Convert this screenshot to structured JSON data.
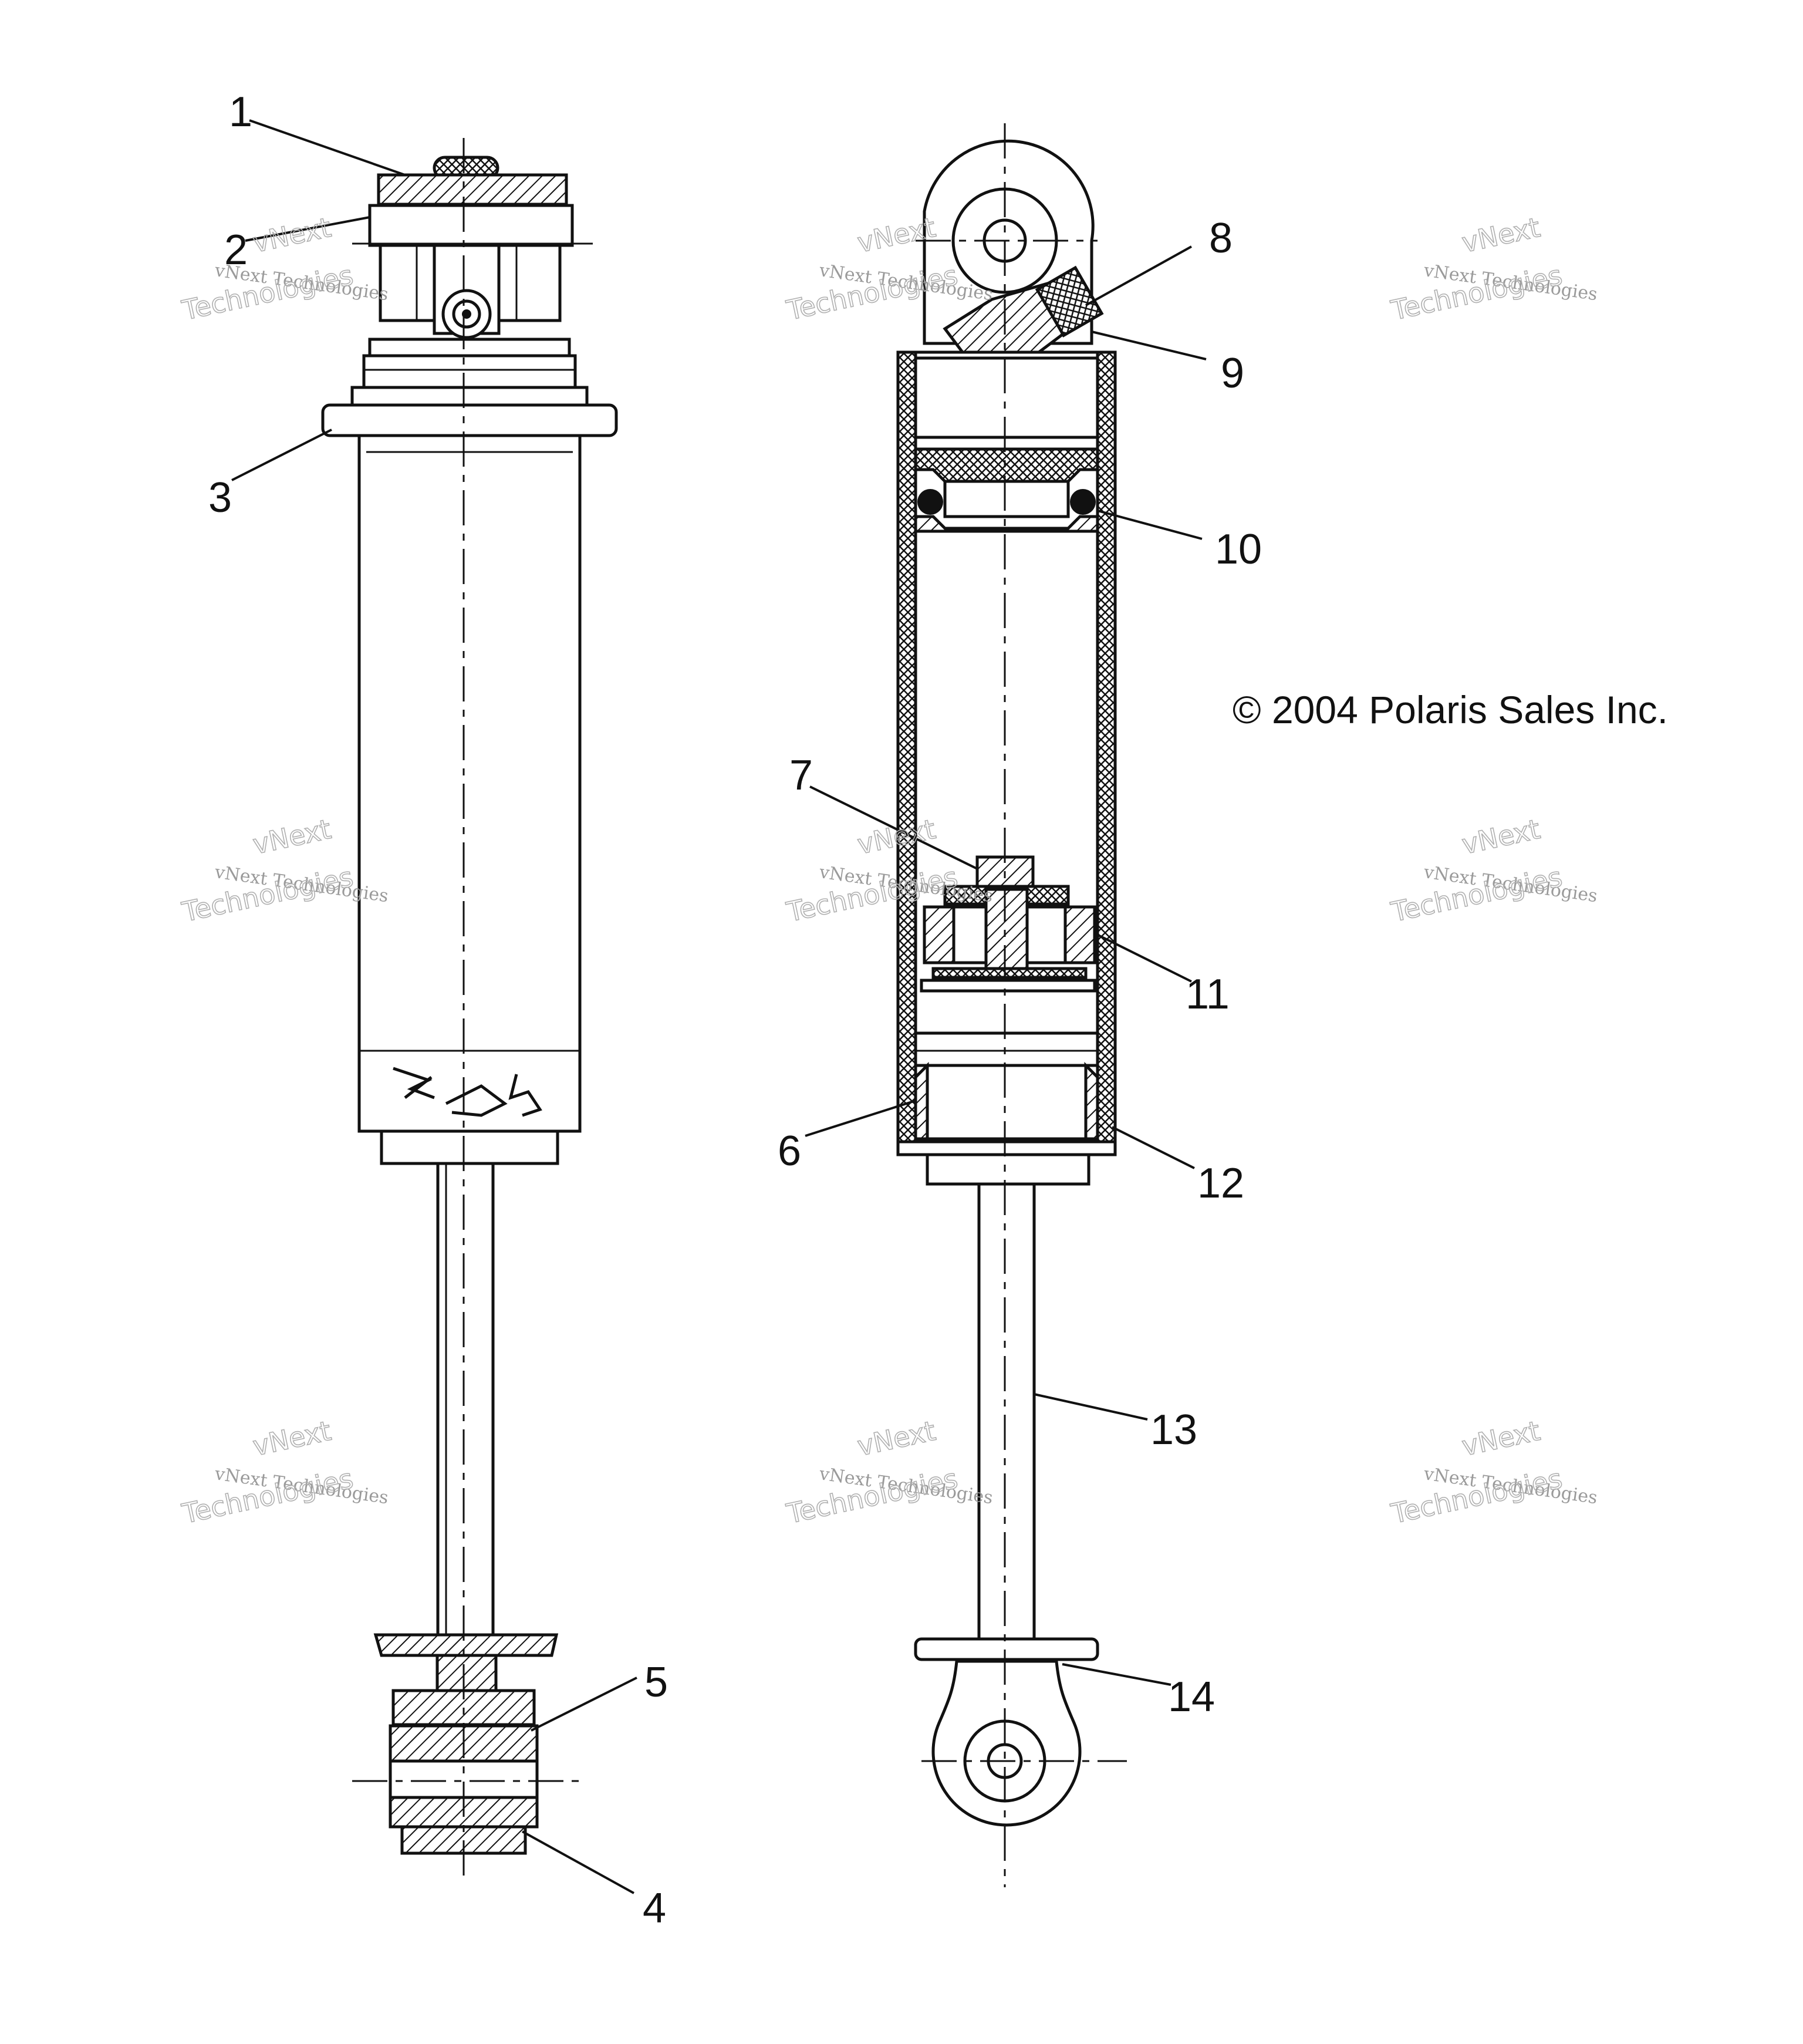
{
  "diagram": {
    "copyright": "© 2004 Polaris Sales Inc.",
    "callouts": [
      "1",
      "2",
      "3",
      "4",
      "5",
      "6",
      "7",
      "8",
      "9",
      "10",
      "11",
      "12",
      "13",
      "14"
    ],
    "watermark": {
      "line1": "vNext Technologies",
      "line2": "vNext",
      "line3": "Technologies"
    },
    "colors": {
      "ink": "#111111",
      "paper": "#ffffff",
      "watermark": "#9a9a9a"
    }
  }
}
